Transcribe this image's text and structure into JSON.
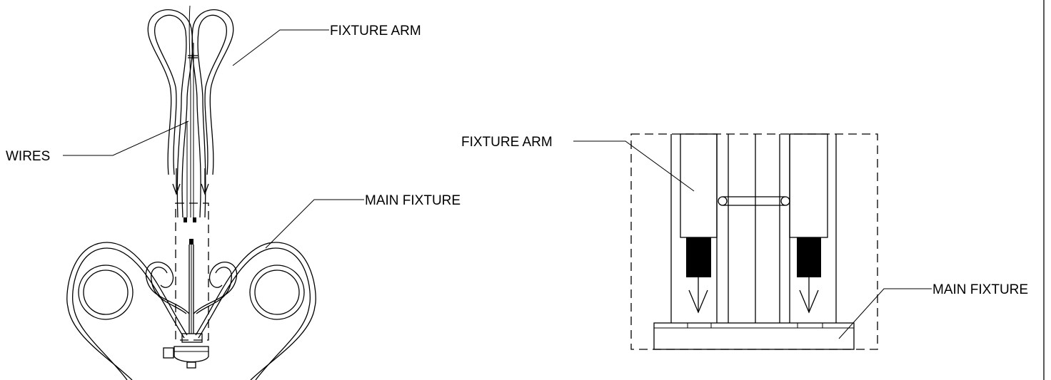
{
  "left_view": {
    "labels": {
      "fixture_arm": "FIXTURE ARM",
      "wires": "WIRES",
      "main_fixture": "MAIN FIXTURE"
    }
  },
  "right_view": {
    "labels": {
      "fixture_arm": "FIXTURE ARM",
      "main_fixture": "MAIN FIXTURE"
    }
  }
}
